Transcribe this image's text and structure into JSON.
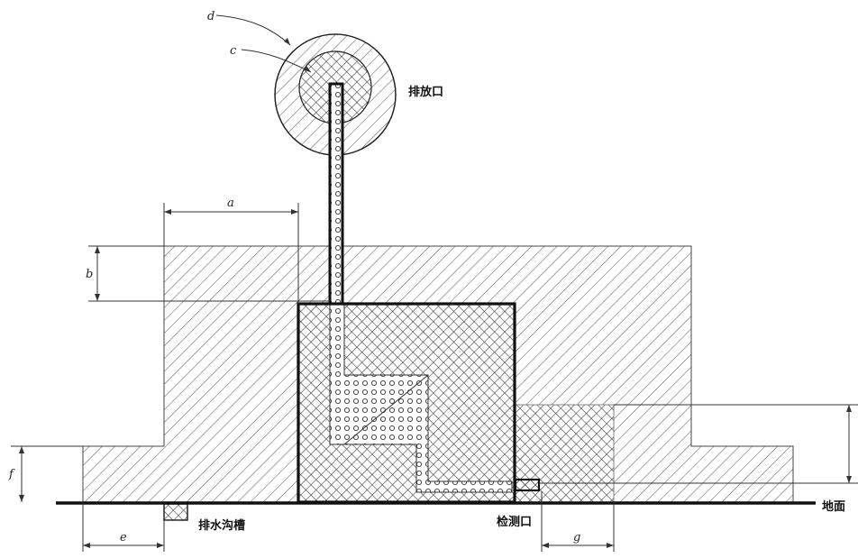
{
  "diagram": {
    "labels": {
      "outlet": "排放口",
      "drain": "排水沟槽",
      "inspection": "检测口",
      "ground": "地面"
    },
    "dimensions": {
      "a": "a",
      "b": "b",
      "c": "c",
      "d": "d",
      "e": "e",
      "f": "f",
      "g": "g"
    },
    "colors": {
      "line": "#111111",
      "hatch": "#555555",
      "background": "#ffffff"
    }
  }
}
